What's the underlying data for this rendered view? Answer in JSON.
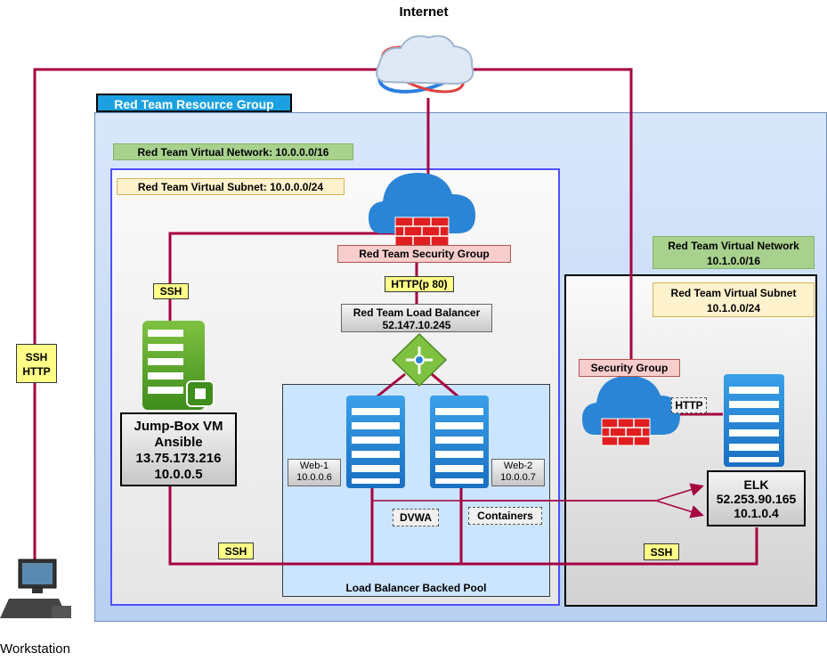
{
  "internet_label": "Internet",
  "resource_group": "Red Team Resource Group",
  "vnet1_label": "Red Team Virtual Network: 10.0.0.0/16",
  "subnet1_label": "Red Team Virtual Subnet: 10.0.0.0/24",
  "vnet2_line1": "Red Team Virtual Network",
  "vnet2_line2": "10.1.0.0/16",
  "subnet2_line1": "Red Team Virtual Subnet",
  "subnet2_line2": "10.1.0.0/24",
  "nsg1_label": "Red Team Security Group",
  "nsg2_label": "Security Group",
  "http_p80": "HTTP(p 80)",
  "lb_line1": "Red Team Load Balancer",
  "lb_line2": "52.147.10.245",
  "jumpbox": {
    "line1": "Jump-Box VM",
    "line2": "Ansible",
    "line3": "13.75.173.216",
    "line4": "10.0.0.5"
  },
  "web1": {
    "name": "Web-1",
    "ip": "10.0.0.6"
  },
  "web2": {
    "name": "Web-2",
    "ip": "10.0.0.7"
  },
  "dvwa": "DVWA",
  "containers": "Containers",
  "pool_label": "Load Balancer Backed Pool",
  "elk": {
    "line1": "ELK",
    "line2": "52.253.90.165",
    "line3": "10.1.0.4"
  },
  "http2": "HTTP",
  "ssh_top": "SSH",
  "ssh_bottom_left": "SSH",
  "ssh_bottom_right": "SSH",
  "ssh_http_line1": "SSH",
  "ssh_http_line2": "HTTP",
  "workstation": "Workstation",
  "colors": {
    "wire": "#a50040",
    "azure_blue": "#2a85d6",
    "resource_group_bg": "#c2d8f2"
  }
}
